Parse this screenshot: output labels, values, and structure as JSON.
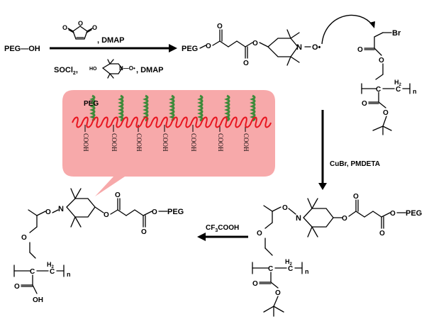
{
  "start": {
    "reactant": "PEG—OH"
  },
  "step1": {
    "reagent_top": ", DMAP",
    "reagent_bottom_left": "SOCl",
    "reagent_bottom_sub": "2",
    "reagent_bottom_sep": ",",
    "reagent_bottom_right": ", DMAP",
    "tempo_ho": "HO",
    "tempo_radical": "N—O•",
    "anhydride_o": "O"
  },
  "macroinitiator": {
    "peg": "PEG",
    "o_atom": "O",
    "n_atom": "N",
    "radical": "O•"
  },
  "polymer_initiator": {
    "br": "Br",
    "o_atom": "O",
    "h2": "H",
    "h2_sub": "2",
    "c_atom": "C",
    "n_sub": "n"
  },
  "step2": {
    "reagent": "CuBr, PMDETA"
  },
  "step3": {
    "reagent": "CF",
    "reagent_sub": "3",
    "reagent_tail": "COOH"
  },
  "product_protected": {
    "peg": "PEG",
    "n_atom": "N",
    "o_atom": "O",
    "h2": "H",
    "h2_sub": "2",
    "c_atom": "C",
    "n_sub": "n"
  },
  "product_acid": {
    "peg": "PEG",
    "n_atom": "N",
    "o_atom": "O",
    "oh": "OH",
    "h2": "H",
    "h2_sub": "2",
    "c_atom": "C",
    "n_sub": "n"
  },
  "brush": {
    "peg_label": "PEG",
    "cooh": "COOH",
    "bubble_color": "#f7a9aa",
    "backbone_color": "#e8141e",
    "peg_color": "#3e8a3a"
  }
}
